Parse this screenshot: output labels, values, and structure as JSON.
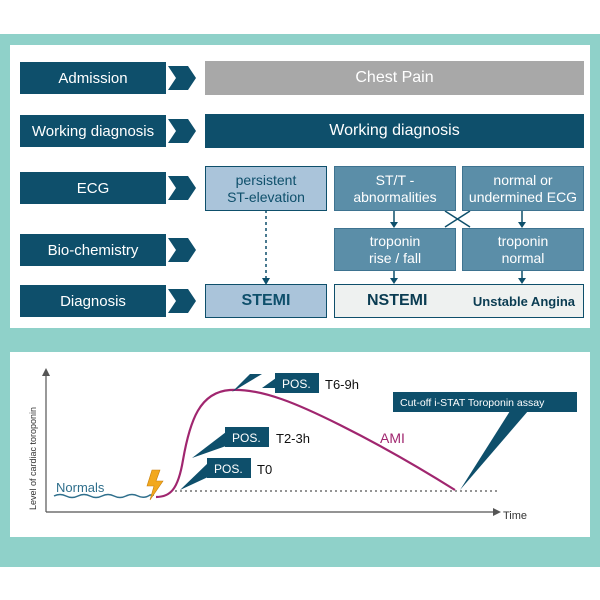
{
  "flowchart": {
    "rows": {
      "admission": "Admission",
      "working_diagnosis": "Working diagnosis",
      "ecg": "ECG",
      "biochemistry": "Bio-chemistry",
      "diagnosis": "Diagnosis"
    },
    "chest_pain": "Chest Pain",
    "working_diagnosis_box": "Working diagnosis",
    "persistent_st": "persistent\nST-elevation",
    "st_t": "ST/T -\nabnormalities",
    "normal_ecg": "normal or\nundermined ECG",
    "troponin_rise": "troponin\nrise / fall",
    "troponin_normal": "troponin\nnormal",
    "stemi": "STEMI",
    "nstemi": "NSTEMI",
    "unstable_angina": "Unstable Angina"
  },
  "graph": {
    "y_axis": "Level of cardiac toroponin",
    "x_axis": "Time",
    "normals": "Normals",
    "ami": "AMI",
    "cutoff": "Cut-off i-STAT Toroponin assay",
    "pos": "POS.",
    "t0": "T0",
    "t2": "T2-3h",
    "t6": "T6-9h"
  },
  "colors": {
    "teal_band": "#8fd1c9",
    "navy": "#0e4f6b",
    "curve": "#a0266f",
    "icon": "#f2a81d"
  }
}
